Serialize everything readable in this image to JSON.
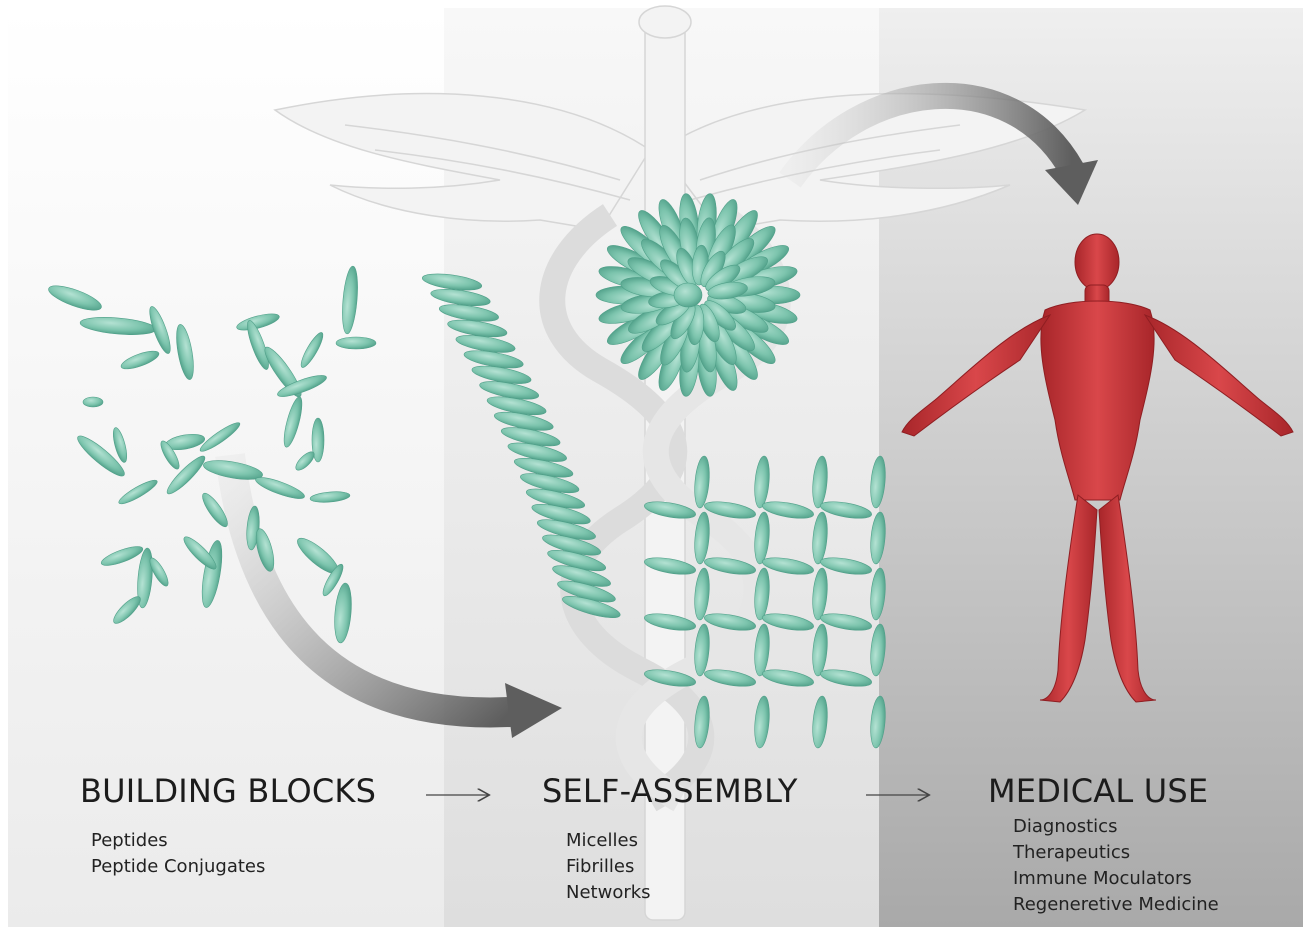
{
  "panels": [
    {
      "heading": "BUILDING BLOCKS",
      "items": [
        "Peptides",
        "Peptide Conjugates"
      ]
    },
    {
      "heading": "SELF-ASSEMBLY",
      "items": [
        "Micelles",
        "Fibrilles",
        "Networks"
      ]
    },
    {
      "heading": "MEDICAL USE",
      "items": [
        "Diagnostics",
        "Therapeutics",
        "Immune Moculators",
        "Regeneretive Medicine"
      ]
    }
  ],
  "icons": {
    "emblem": "caduceus-icon",
    "figure": "human-body-icon",
    "step_arrow": "arrow-right-icon",
    "flow_arrow": "curved-arrow-icon"
  },
  "colors": {
    "peptide": "#7cc4ad",
    "peptide_dark": "#4f9f88",
    "body": "#c9383c",
    "arrow": "#6b6b6b",
    "panel_left": "#f1f1f1",
    "panel_mid": "#e4e4e4",
    "panel_right": "#b5b5b5"
  }
}
